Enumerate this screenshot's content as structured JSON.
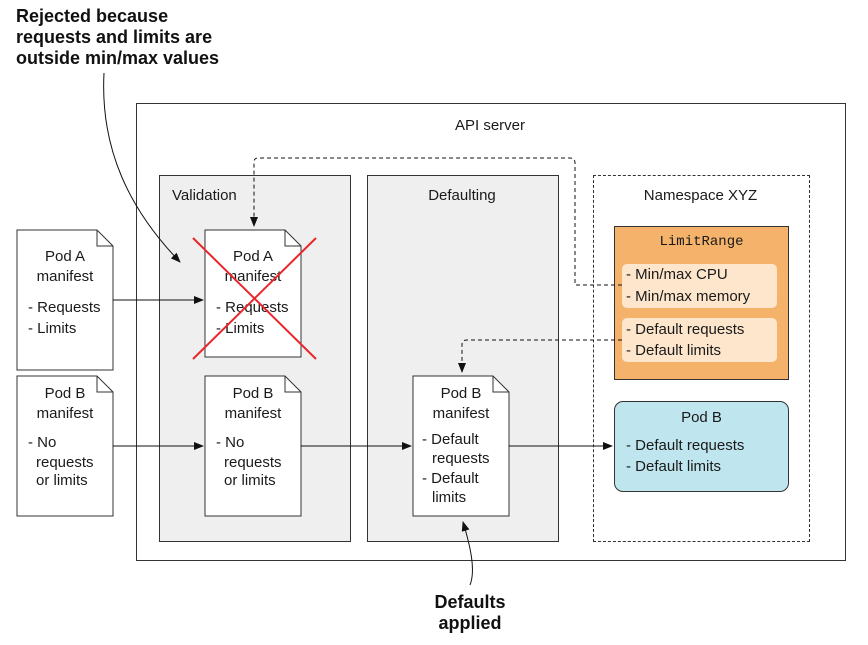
{
  "callouts": {
    "rejected_line1": "Rejected because",
    "rejected_line2": "requests and limits are",
    "rejected_line3": "outside min/max values",
    "defaults_line1": "Defaults",
    "defaults_line2": "applied"
  },
  "api_server": {
    "title": "API server"
  },
  "validation": {
    "title": "Validation"
  },
  "defaulting": {
    "title": "Defaulting"
  },
  "namespace": {
    "title": "Namespace XYZ"
  },
  "input_pod_a": {
    "title1": "Pod A",
    "title2": "manifest",
    "lines": [
      "- Requests",
      "- Limits"
    ]
  },
  "input_pod_b": {
    "title1": "Pod B",
    "title2": "manifest",
    "lines": [
      "- No",
      "requests",
      "or limits"
    ]
  },
  "validation_pod_a": {
    "title1": "Pod A",
    "title2": "manifest",
    "lines": [
      "- Requests",
      "- Limits"
    ]
  },
  "validation_pod_b": {
    "title1": "Pod B",
    "title2": "manifest",
    "lines": [
      "- No",
      "requests",
      "or limits"
    ]
  },
  "defaulting_pod_b": {
    "title1": "Pod B",
    "title2": "manifest",
    "lines": [
      "- Default",
      "requests",
      "- Default",
      "limits"
    ]
  },
  "limitrange": {
    "title": "LimitRange",
    "minmax": [
      "- Min/max CPU",
      "- Min/max memory"
    ],
    "defaults": [
      "- Default requests",
      "- Default limits"
    ]
  },
  "result_pod_b": {
    "title": "Pod B",
    "lines": [
      "- Default requests",
      "- Default limits"
    ]
  },
  "colors": {
    "limitrange_fill": "#f5b26b",
    "limitrange_inner": "#fde6cc",
    "pod_result_fill": "#bfe6ee",
    "panel_fill": "#efefef",
    "reject_cross": "#e8262b"
  }
}
